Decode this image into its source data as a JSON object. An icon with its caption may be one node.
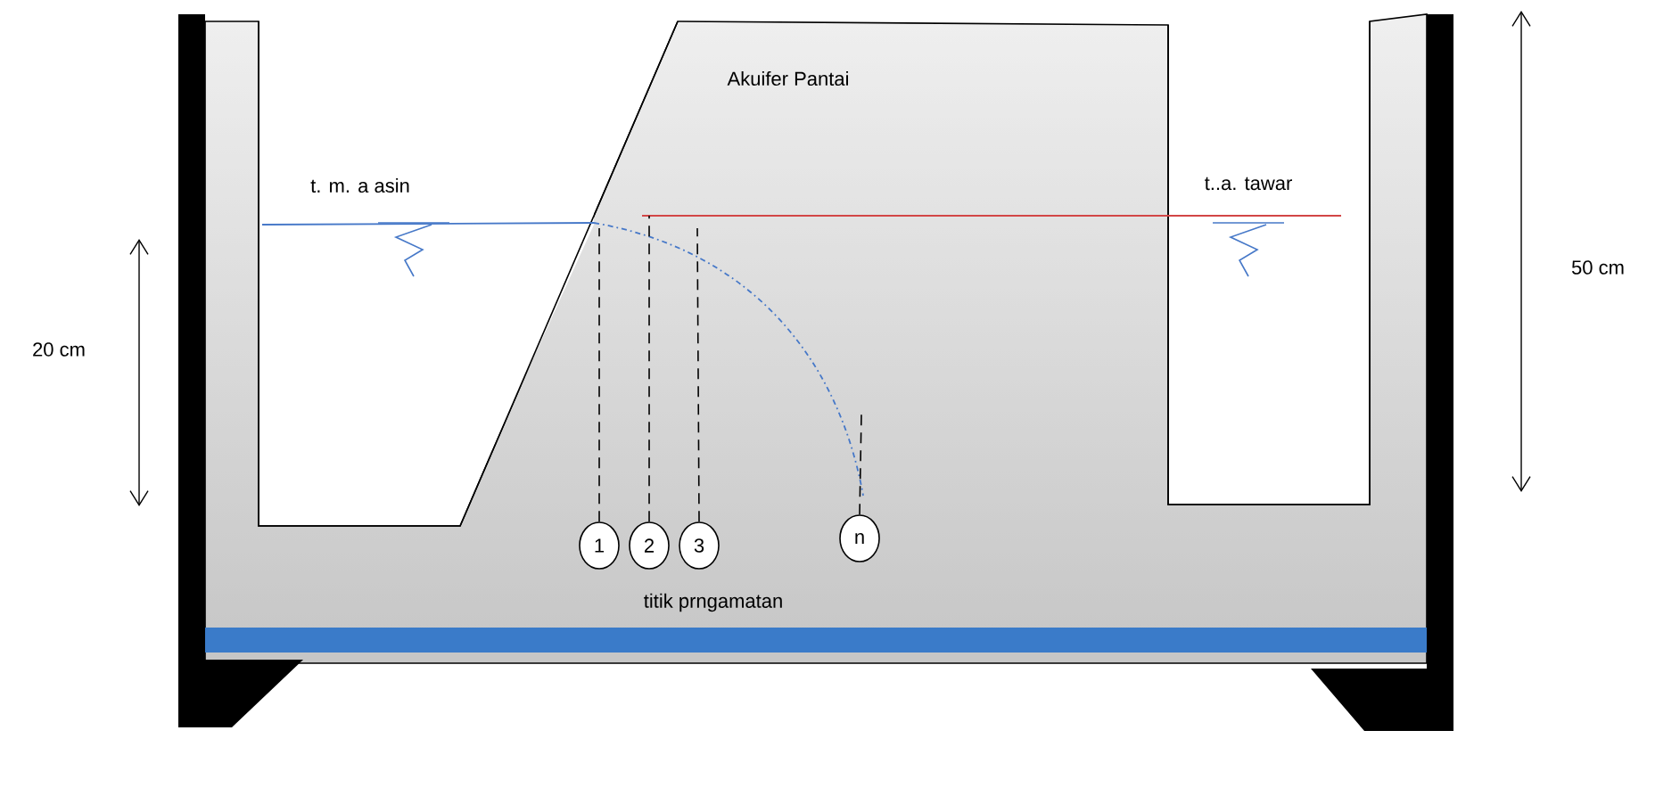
{
  "diagram": {
    "nodes": [
      {
        "text": [
          "1"
        ]
      },
      {
        "text": [
          "2"
        ]
      },
      {
        "text": [
          "3"
        ]
      },
      {
        "text": [
          "n"
        ]
      },
      {
        "text": [],
        "shape": "curve"
      }
    ],
    "edges": [
      {
        "from": 0,
        "to": 4,
        "arrow": "none",
        "style": "dashed"
      },
      {
        "from": 1,
        "to": 4,
        "arrow": "none",
        "style": "dashed"
      },
      {
        "from": 2,
        "to": 4,
        "arrow": "none",
        "style": "dashed"
      },
      {
        "from": 3,
        "to": 4,
        "arrow": "none",
        "style": "dashed"
      }
    ],
    "labels": [
      "Akuifer Pantai",
      "t. m. a asin",
      "t..a. tawar",
      "50 cm",
      "20 cm",
      "titik prngamatan"
    ]
  }
}
